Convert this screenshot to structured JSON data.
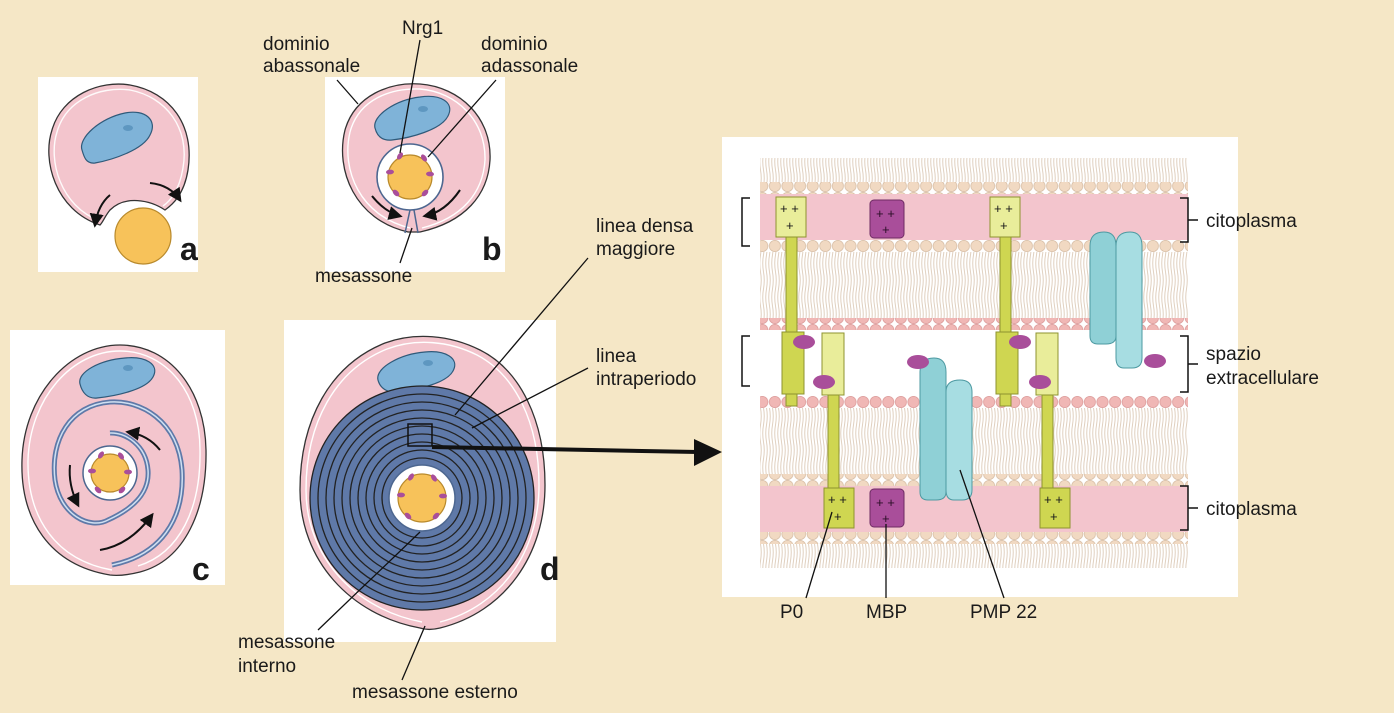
{
  "panels": {
    "a": {
      "letter": "a"
    },
    "b": {
      "letter": "b",
      "labels": {
        "abaxonal": [
          "dominio",
          "abassonale"
        ],
        "nrg": "Nrg1",
        "adaxonal": [
          "dominio",
          "adassonale"
        ],
        "mesaxon": "mesassone"
      }
    },
    "c": {
      "letter": "c"
    },
    "d": {
      "letter": "d",
      "labels": {
        "inner_mesaxon": [
          "mesassone",
          "interno"
        ],
        "outer_mesaxon": "mesassone esterno"
      }
    }
  },
  "membrane": {
    "labels": {
      "major_dense_line": [
        "linea densa",
        "maggiore"
      ],
      "intraperiod_line": [
        "linea",
        "intraperiodo"
      ],
      "cytoplasm_top": "citoplasma",
      "extracellular": [
        "spazio",
        "extracellulare"
      ],
      "cytoplasm_bottom": "citoplasma",
      "p0": "P0",
      "mbp": "MBP",
      "pmp22": "PMP 22"
    }
  },
  "colors": {
    "background": "#f5e7c6",
    "cell_pink": "#f3c5cd",
    "nucleus_blue": "#7fb3d8",
    "axon_orange": "#f7c25a",
    "myelin_blue": "#5f79a8",
    "p0_green": "#cfd651",
    "mbp_purple": "#a94e9a",
    "pmp22_cyan": "#8fd0d6",
    "lipid_head": "#f1d9c2"
  }
}
